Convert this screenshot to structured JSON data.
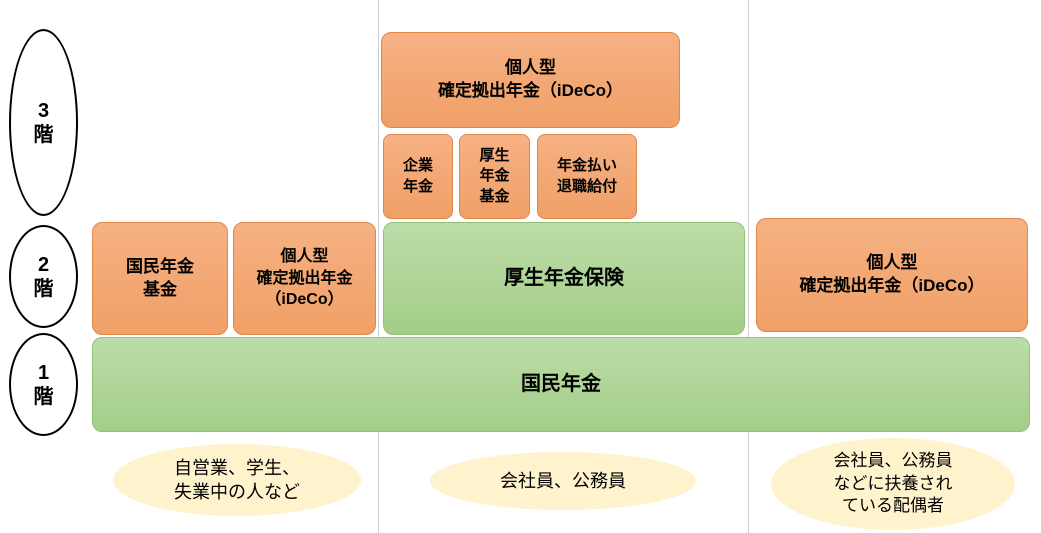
{
  "floors": [
    {
      "text": "3\n階"
    },
    {
      "text": "2\n階"
    },
    {
      "text": "1\n階"
    }
  ],
  "tier3": {
    "ideco_top": "個人型\n確定拠出年金（iDeCo）",
    "sub_boxes": [
      {
        "text": "企業\n年金"
      },
      {
        "text": "厚生\n年金\n基金"
      },
      {
        "text": "年金払い\n退職給付"
      }
    ]
  },
  "tier2": {
    "kokumin_nenkin_kikin": "国民年金\n基金",
    "ideco_left": "個人型\n確定拠出年金\n（iDeCo）",
    "kosei_nenkin_hoken": "厚生年金保険",
    "ideco_right": "個人型\n確定拠出年金（iDeCo）"
  },
  "tier1": {
    "kokumin_nenkin": "国民年金"
  },
  "audiences": [
    {
      "text": "自営業、学生、\n失業中の人など"
    },
    {
      "text": "会社員、公務員"
    },
    {
      "text": "会社員、公務員\nなどに扶養され\nている配偶者"
    }
  ],
  "colors": {
    "orange_fill": "#F2A269",
    "orange_border": "#E0884A",
    "green_fill": "#A9D18E",
    "green_border": "#94C178",
    "yellow_fill": "#FEF3CD",
    "divider": "#D0D0D0"
  }
}
